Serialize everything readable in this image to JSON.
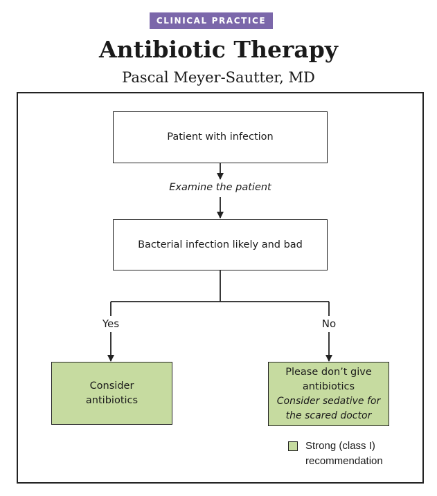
{
  "header": {
    "badge": "CLINICAL PRACTICE",
    "title": "Antibiotic Therapy",
    "author": "Pascal Meyer-Sautter, MD"
  },
  "flowchart": {
    "start": "Patient with infection",
    "step_label": "Examine the patient",
    "decision": "Bacterial infection likely and bad",
    "branch_yes": "Yes",
    "branch_no": "No",
    "outcome_yes": {
      "text": "Consider antibiotics"
    },
    "outcome_no": {
      "text": "Please don’t give antibiotics",
      "note": "Consider sedative for the scared doctor"
    }
  },
  "legend": {
    "text": "Strong (class I) recommendation",
    "color": "#c6dba0"
  },
  "colors": {
    "badge": "#7b67aa",
    "recommendation_fill": "#c6dba0",
    "line": "#222222"
  }
}
